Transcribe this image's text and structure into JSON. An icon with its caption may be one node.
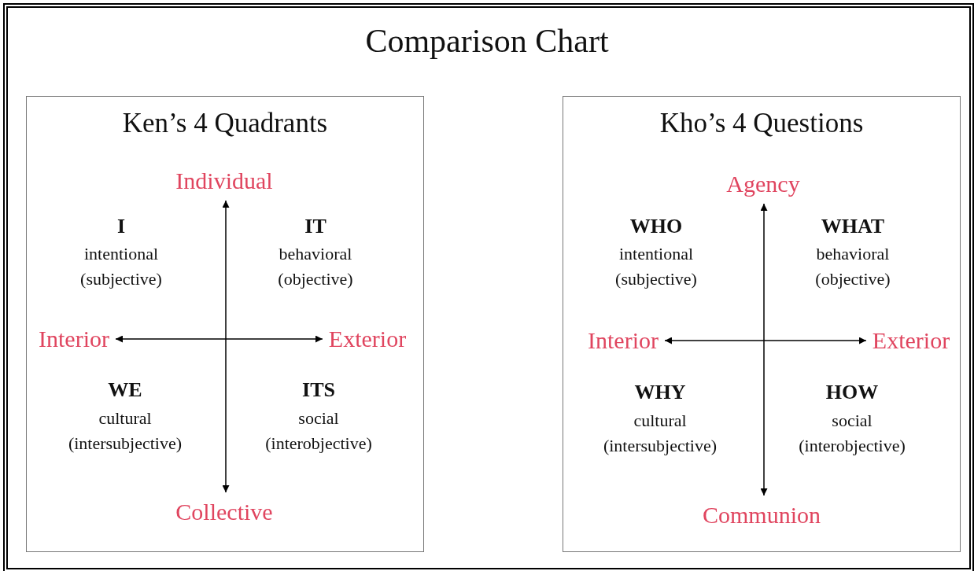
{
  "diagram": {
    "title": "Comparison Chart",
    "nodes": [
      {
        "text": [
          "Ken’s 4 Quadrants"
        ]
      },
      {
        "text": [
          "Individual"
        ],
        "in": 0
      },
      {
        "text": [
          "Interior"
        ],
        "in": 0
      },
      {
        "text": [
          "Exterior"
        ],
        "in": 0
      },
      {
        "text": [
          "Collective"
        ],
        "in": 0
      },
      {
        "text": [
          "Kho’s 4 Questions"
        ]
      },
      {
        "text": [
          "Agency"
        ],
        "in": 5
      },
      {
        "text": [
          "Interior"
        ],
        "in": 5
      },
      {
        "text": [
          "Exterior"
        ],
        "in": 5
      },
      {
        "text": [
          "Communion"
        ],
        "in": 5
      }
    ],
    "edges": [
      {
        "from": 1,
        "to": 4,
        "arrow": "both"
      },
      {
        "from": 2,
        "to": 3,
        "arrow": "both"
      },
      {
        "from": 6,
        "to": 9,
        "arrow": "both"
      },
      {
        "from": 7,
        "to": 8,
        "arrow": "both"
      }
    ],
    "labels": [
      "I",
      "intentional (subjective)",
      "IT",
      "behavioral (objective)",
      "WE",
      "cultural (intersubjective)",
      "ITS",
      "social (interobjective)",
      "WHO",
      "intentional (subjective)",
      "WHAT",
      "behavioral (objective)",
      "WHY",
      "cultural (intersubjective)",
      "HOW",
      "social (interobjective)"
    ]
  }
}
